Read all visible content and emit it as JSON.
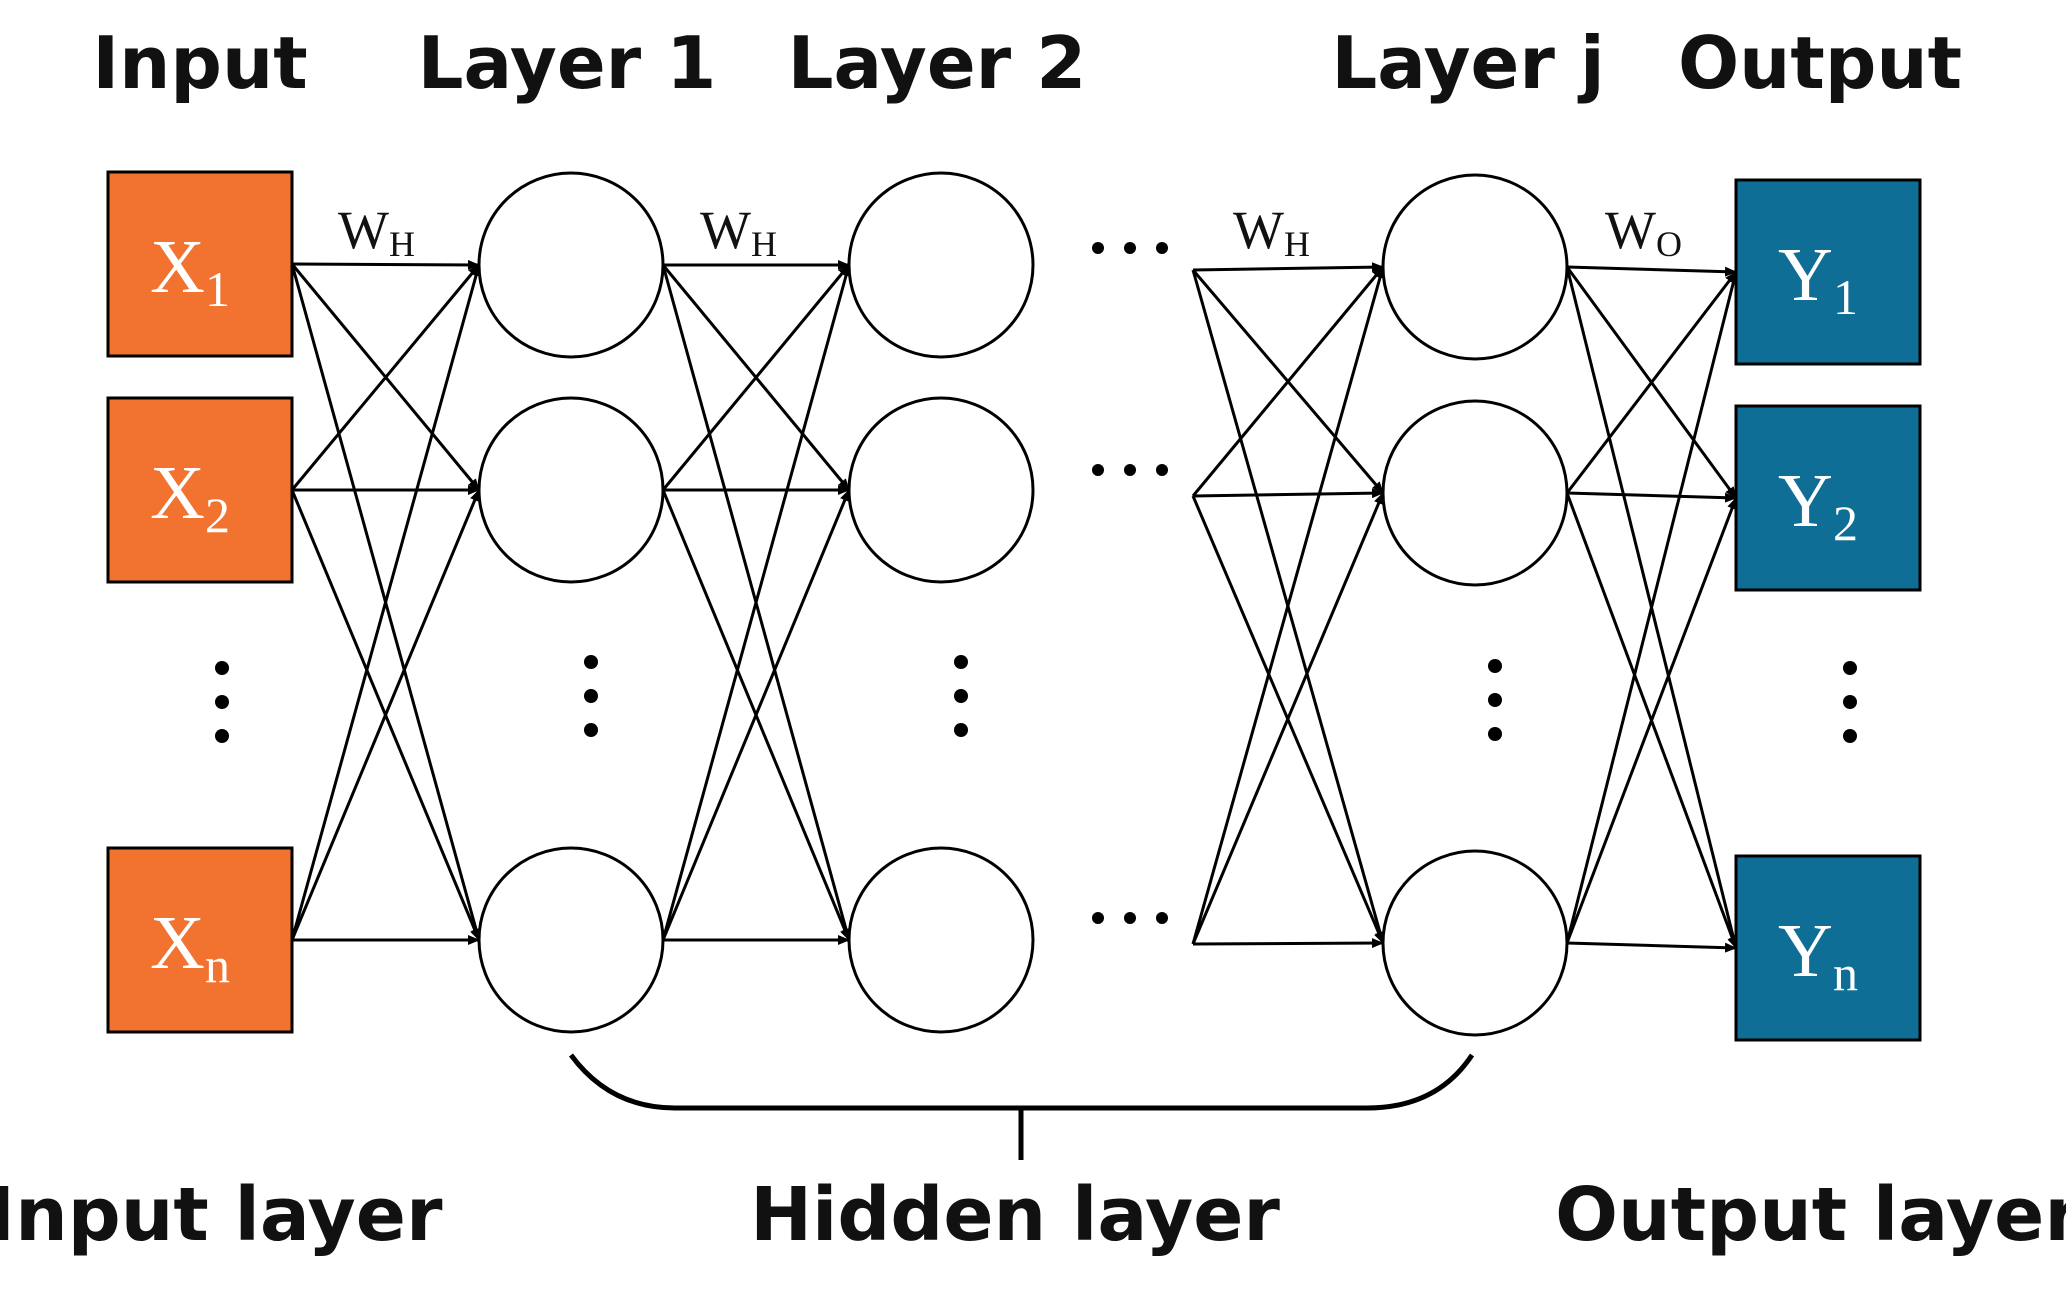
{
  "headers": {
    "input": "Input",
    "layer1": "Layer 1",
    "layer2": "Layer 2",
    "layerj": "Layer j",
    "output": "Output"
  },
  "inputs": [
    {
      "base": "X",
      "sub": "1"
    },
    {
      "base": "X",
      "sub": "2"
    },
    {
      "base": "X",
      "sub": "n"
    }
  ],
  "outputs": [
    {
      "base": "Y",
      "sub": "1"
    },
    {
      "base": "Y",
      "sub": "2"
    },
    {
      "base": "Y",
      "sub": "n"
    }
  ],
  "weights": {
    "hidden": {
      "base": "W",
      "sub": "H"
    },
    "output": {
      "base": "W",
      "sub": "O"
    }
  },
  "footers": {
    "input_layer": "Input layer",
    "hidden_layer": "Hidden layer",
    "output_layer": "Output layer"
  },
  "colors": {
    "input_box": "#F2722F",
    "output_box": "#0E6E96",
    "stroke": "#000000"
  }
}
